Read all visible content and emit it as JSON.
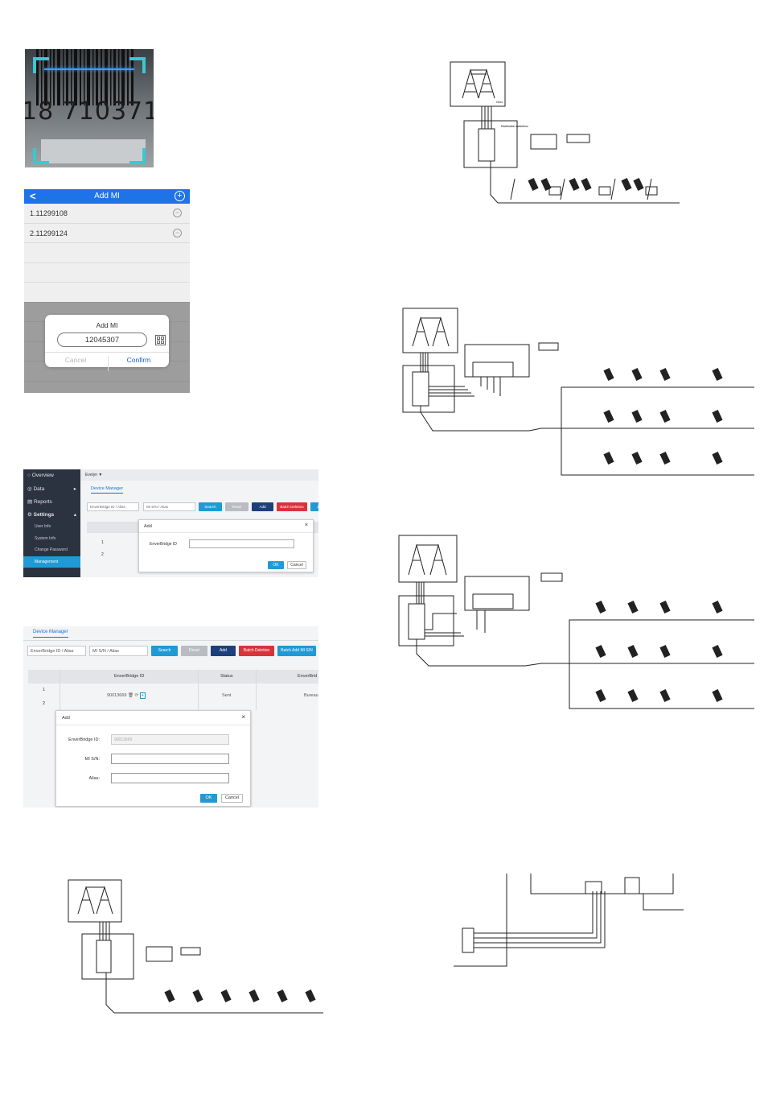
{
  "scan": {
    "digits": "18 710371"
  },
  "phone": {
    "title": "Add MI",
    "back_glyph": "<",
    "add_glyph": "+",
    "items": [
      "1.11299108",
      "2.11299124"
    ],
    "dialog": {
      "title": "Add MI",
      "input_value": "12045307",
      "cancel_label": "Cancel",
      "confirm_label": "Confirm"
    },
    "icons": [
      "chevron-left-icon",
      "plus-circle-icon",
      "minus-circle-icon",
      "qr-code-icon"
    ]
  },
  "web1": {
    "sidebar": {
      "items": [
        "Overview",
        "Data",
        "Reports",
        "Settings"
      ],
      "subitems": [
        "User Info",
        "System Info",
        "Change Password",
        "Management"
      ],
      "active": "Management"
    },
    "topbar": "Evelyn ▼",
    "tab": "Device Manager",
    "filters": [
      "EnverBridge ID / Alias",
      "MI S/N / Alias"
    ],
    "buttons": [
      "Search",
      "Reset",
      "Add",
      "Batch Deletion",
      "B"
    ],
    "rows": [
      "1",
      "2"
    ],
    "modal": {
      "title": "Add",
      "close": "×",
      "label": "EnverBridge ID",
      "ok": "OK",
      "cancel": "Cancel"
    }
  },
  "web2": {
    "tab": "Device Manager",
    "filters": [
      "EnverBridge ID / Alias",
      "MI S/N / Alias"
    ],
    "buttons": [
      "Search",
      "Reset",
      "Add",
      "Batch Deletion",
      "Batch Add MI S/N"
    ],
    "columns": [
      "EnverBridge ID",
      "Status",
      "EnverBrid"
    ],
    "rows": [
      "1",
      "2"
    ],
    "cells": {
      "bridge_id": "90013669",
      "status": "Sent",
      "bridge_alias": "Bureau"
    },
    "modal": {
      "title": "Add",
      "close": "×",
      "label_bridge": "EnverBridge ID:",
      "bridge_value": "90013669",
      "label_sn": "MI S/N:",
      "label_alias": "Alias:",
      "ok": "OK",
      "cancel": "Cancel"
    }
  },
  "diagrams": {
    "grid_label": "Grid",
    "distribution_label": "Distribution switchbox"
  },
  "colors": {
    "accent": "#1f9ad6",
    "phone_bar": "#1e73e8",
    "danger": "#d9333a",
    "dark": "#1d3f7a",
    "sidebar": "#2c3340",
    "scan_frame": "#38c8d6"
  }
}
